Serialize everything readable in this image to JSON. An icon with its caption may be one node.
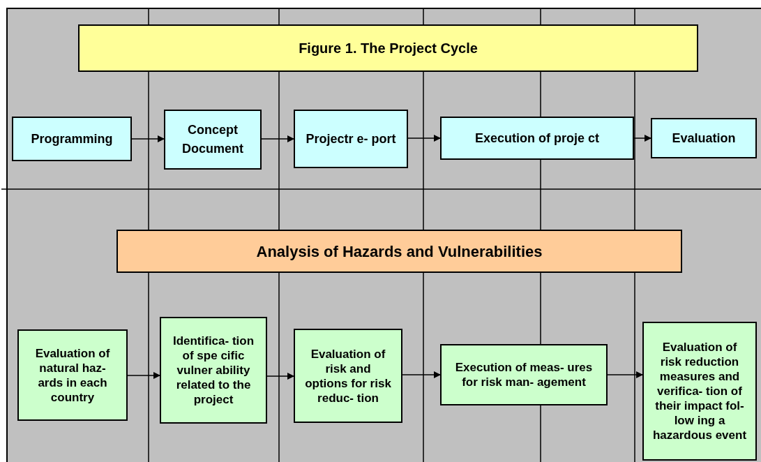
{
  "diagram": {
    "nodes": [
      {
        "text": [
          "Figure 1. The Project Cycle"
        ]
      },
      {
        "text": [
          "Programming"
        ]
      },
      {
        "text": [
          "Concept Document"
        ]
      },
      {
        "text": [
          "Projectr e- port"
        ]
      },
      {
        "text": [
          "Execution of proje ct"
        ]
      },
      {
        "text": [
          "Evaluation"
        ]
      },
      {
        "text": [
          "Analysis of Hazards and Vulnerabilities"
        ]
      },
      {
        "text": [
          "Evaluation of natural haz- ards in each country"
        ]
      },
      {
        "text": [
          "Identifica- tion of spe cific vulner ability related to the project"
        ]
      },
      {
        "text": [
          "Evaluation of risk and options for risk reduc- tion"
        ]
      },
      {
        "text": [
          "Execution of meas- ures for risk man- agement"
        ]
      },
      {
        "text": [
          "Evaluation of risk reduction measures and verifica- tion of their impact fol- low ing a hazardous event"
        ]
      }
    ],
    "edges": [
      {
        "from": 1,
        "to": 2,
        "arrow": "to"
      },
      {
        "from": 2,
        "to": 3,
        "arrow": "to"
      },
      {
        "from": 3,
        "to": 4,
        "arrow": "to"
      },
      {
        "from": 4,
        "to": 5,
        "arrow": "to"
      },
      {
        "from": 7,
        "to": 8,
        "arrow": "to"
      },
      {
        "from": 8,
        "to": 9,
        "arrow": "to"
      },
      {
        "from": 9,
        "to": 10,
        "arrow": "to"
      },
      {
        "from": 10,
        "to": 11,
        "arrow": "to"
      }
    ]
  }
}
